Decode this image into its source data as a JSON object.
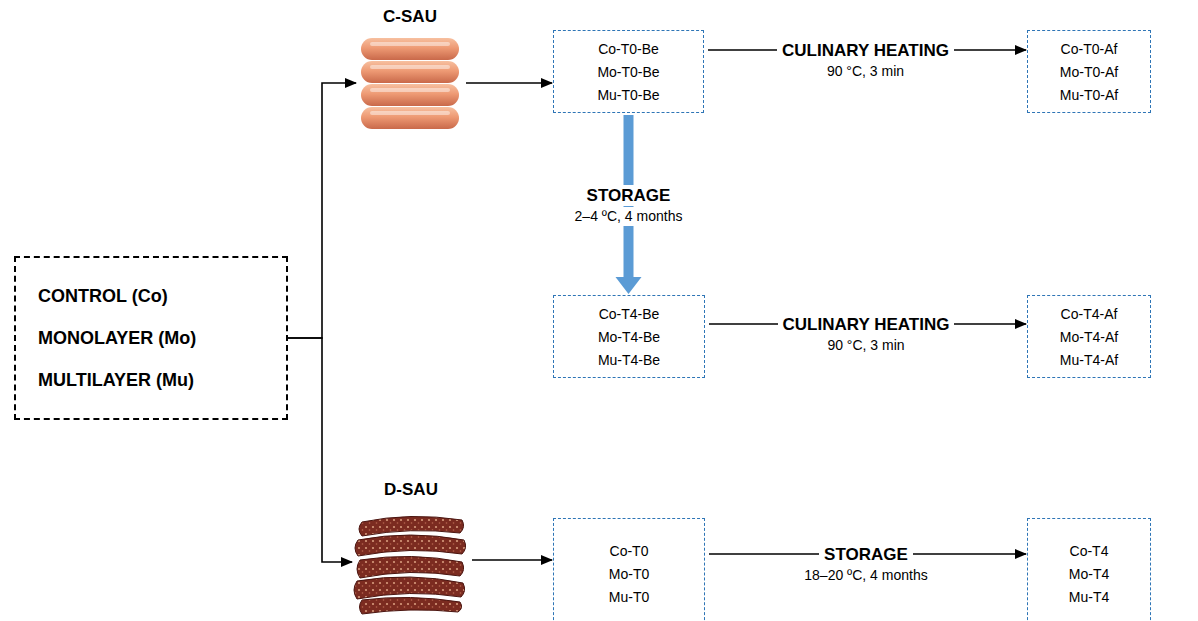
{
  "diagram": {
    "nodes": [
      {
        "text": [
          "CONTROL (Co)",
          "MONOLAYER (Mo)",
          "MULTILAYER (Mu)"
        ]
      },
      {
        "text": [
          "C-SAU"
        ]
      },
      {
        "text": [
          "Co-T0-Be",
          "Mo-T0-Be",
          "Mu-T0-Be"
        ]
      },
      {
        "text": [
          "Co-T0-Af",
          "Mo-T0-Af",
          "Mu-T0-Af"
        ]
      },
      {
        "text": [
          "Co-T4-Be",
          "Mo-T4-Be",
          "Mu-T4-Be"
        ]
      },
      {
        "text": [
          "Co-T4-Af",
          "Mo-T4-Af",
          "Mu-T4-Af"
        ]
      },
      {
        "text": [
          "D-SAU"
        ]
      },
      {
        "text": [
          "Co-T0",
          "Mo-T0",
          "Mu-T0"
        ]
      },
      {
        "text": [
          "Co-T4",
          "Mo-T4",
          "Mu-T4"
        ]
      }
    ],
    "edges": [
      {
        "from": 0,
        "to": 1,
        "arrow": "to"
      },
      {
        "from": 0,
        "to": 6,
        "arrow": "to"
      },
      {
        "from": 1,
        "to": 2,
        "arrow": "to"
      },
      {
        "from": 2,
        "to": 3,
        "arrow": "to",
        "label": "CULINARY HEATING"
      },
      {
        "from": 2,
        "to": 4,
        "arrow": "to",
        "label": "STORAGE"
      },
      {
        "from": 4,
        "to": 5,
        "arrow": "to",
        "label": "CULINARY HEATING"
      },
      {
        "from": 6,
        "to": 7,
        "arrow": "to"
      },
      {
        "from": 7,
        "to": 8,
        "arrow": "to",
        "label": "STORAGE"
      }
    ],
    "labels": [
      "90 °C, 3 min",
      "2–4 ºC, 4 months",
      "90 °C, 3 min",
      "18–20 ºC, 4 months"
    ]
  }
}
